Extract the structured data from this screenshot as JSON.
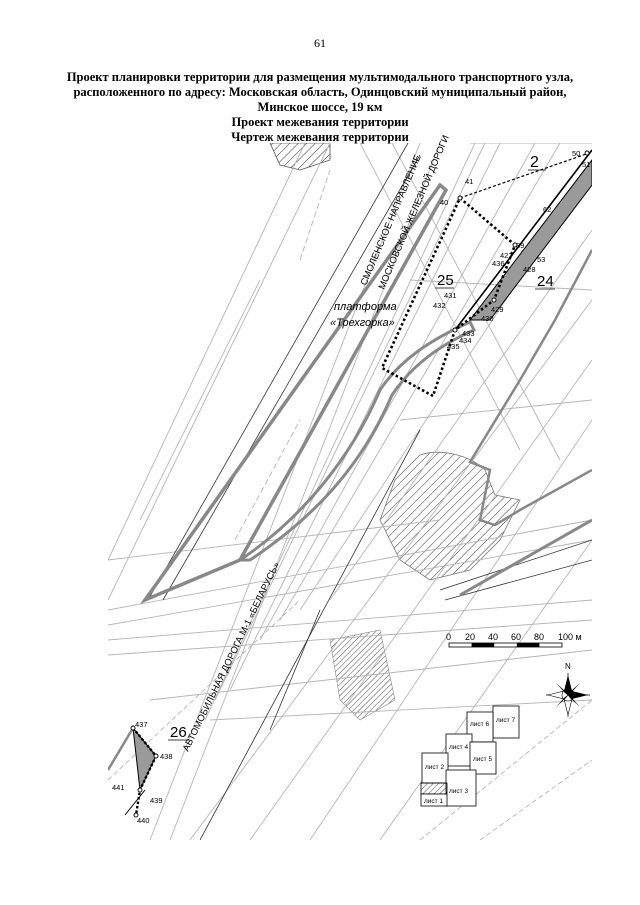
{
  "page_number": "61",
  "title": {
    "line1": "Проект планировки территории для размещения мультимодального транспортного узла,",
    "line2": "расположенного по адресу: Московская область, Одинцовский муниципальный район,",
    "line3": "Минское шоссе, 19 км",
    "line4": "Проект межевания территории",
    "line5": "Чертеж межевания территории"
  },
  "map": {
    "railway_label_1": "СМОЛЕНСКОЕ НАПРАВЛЕНИЕ",
    "railway_label_2": "МОСКОВСКОЙ ЖЕЛЕЗНОЙ ДОРОГИ",
    "platform_label_1": "платформа",
    "platform_label_2": "«Трехгорка»",
    "road_label": "АВТОМОБИЛЬНАЯ ДОРОГА М-1 «БЕЛАРУСЬ»",
    "parcels": [
      "2",
      "25",
      "24",
      "26"
    ],
    "points": {
      "p50": "50",
      "p51": "51",
      "p40": "40",
      "p41": "41",
      "p62": "62",
      "p39": "39",
      "p427": "427",
      "p436": "436",
      "p53": "53",
      "p428": "428",
      "p431": "431",
      "p432": "432",
      "p429": "429",
      "p430": "430",
      "p433": "433",
      "p434": "434",
      "p435": "435",
      "p437": "437",
      "p438": "438",
      "p441": "441",
      "p439": "439",
      "p440": "440"
    }
  },
  "scale_bar": {
    "ticks": [
      "0",
      "20",
      "40",
      "60",
      "80",
      "100 м"
    ]
  },
  "compass": {
    "north_label": "N"
  },
  "sheet_index": {
    "sheets": [
      "лист 7",
      "лист 6",
      "лист 4",
      "лист 5",
      "лист 2",
      "лист 3",
      "лист 1"
    ]
  },
  "colors": {
    "boundary": "#000000",
    "parcel_fill": "#9a9a9a",
    "background_lines": "#b4b4b4"
  }
}
